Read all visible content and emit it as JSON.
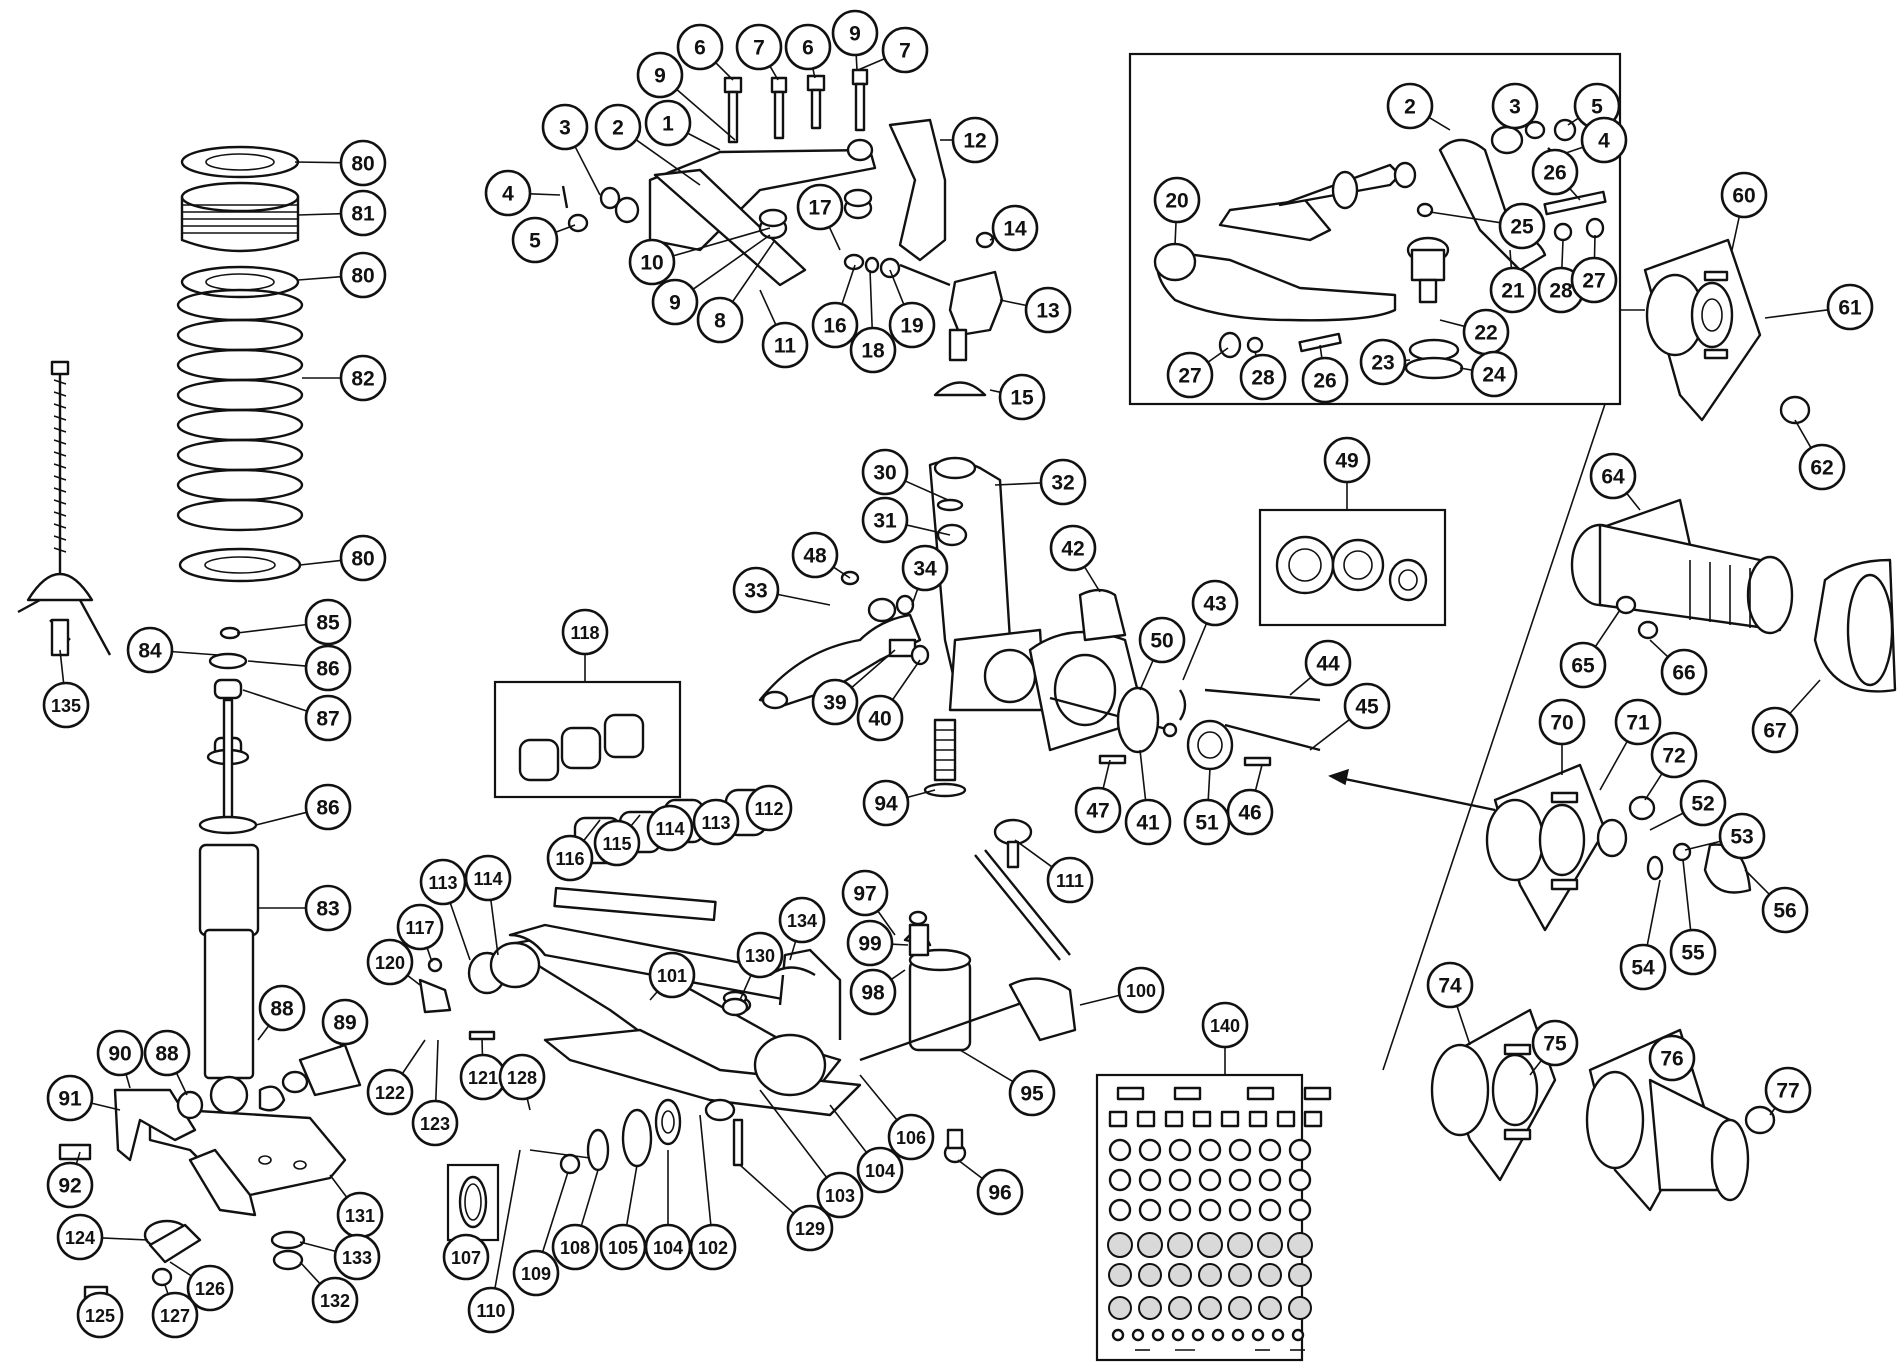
{
  "diagram": {
    "callouts": [
      "1",
      "2",
      "3",
      "4",
      "5",
      "6",
      "7",
      "8",
      "9",
      "10",
      "11",
      "12",
      "13",
      "14",
      "15",
      "16",
      "17",
      "18",
      "19",
      "20",
      "21",
      "22",
      "23",
      "24",
      "25",
      "26",
      "27",
      "28",
      "30",
      "31",
      "32",
      "33",
      "34",
      "39",
      "40",
      "41",
      "42",
      "43",
      "44",
      "45",
      "46",
      "47",
      "48",
      "49",
      "50",
      "51",
      "52",
      "53",
      "54",
      "55",
      "56",
      "60",
      "61",
      "62",
      "64",
      "65",
      "66",
      "67",
      "70",
      "71",
      "72",
      "74",
      "75",
      "76",
      "77",
      "80",
      "81",
      "82",
      "83",
      "84",
      "85",
      "86",
      "87",
      "88",
      "89",
      "90",
      "91",
      "92",
      "94",
      "95",
      "96",
      "97",
      "98",
      "99",
      "100",
      "101",
      "102",
      "103",
      "104",
      "105",
      "106",
      "107",
      "108",
      "109",
      "110",
      "111",
      "112",
      "113",
      "114",
      "115",
      "116",
      "117",
      "118",
      "120",
      "121",
      "122",
      "123",
      "124",
      "125",
      "126",
      "127",
      "128",
      "129",
      "130",
      "131",
      "132",
      "133",
      "134",
      "135",
      "140"
    ]
  }
}
